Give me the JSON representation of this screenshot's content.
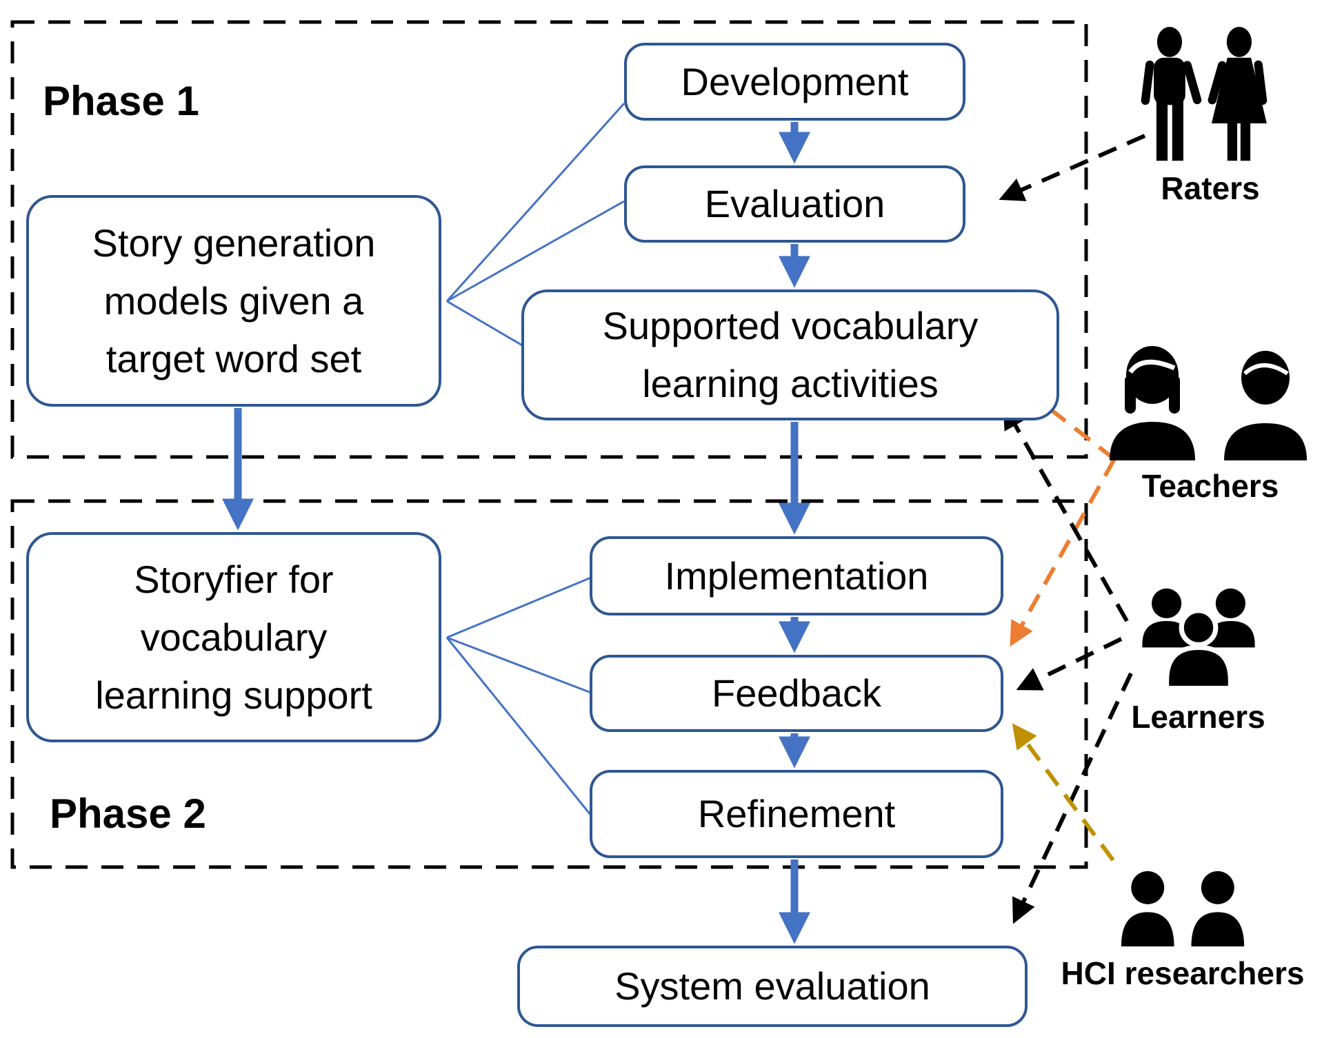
{
  "figure": {
    "phase1_label": "Phase 1",
    "phase2_label": "Phase 2"
  },
  "boxes": {
    "story_generation": {
      "line1": "Story generation",
      "line2": "models given a",
      "line3": "target word set"
    },
    "development": {
      "label": "Development"
    },
    "evaluation": {
      "label": "Evaluation"
    },
    "supported_activities": {
      "line1": "Supported vocabulary",
      "line2": "learning activities"
    },
    "storyfier": {
      "line1": "Storyfier for",
      "line2": "vocabulary",
      "line3": "learning support"
    },
    "implementation": {
      "label": "Implementation"
    },
    "feedback": {
      "label": "Feedback"
    },
    "refinement": {
      "label": "Refinement"
    },
    "system_evaluation": {
      "label": "System evaluation"
    }
  },
  "actors": {
    "raters": {
      "label": "Raters",
      "icon": "man-woman-couple-icon",
      "arrow_color": "#000000",
      "arrow_targets": [
        "Evaluation"
      ]
    },
    "teachers": {
      "label": "Teachers",
      "icon": "two-busts-icon",
      "arrow_color": "#ED7D31",
      "arrow_targets": [
        "Supported vocabulary learning activities",
        "Feedback"
      ]
    },
    "learners": {
      "label": "Learners",
      "icon": "three-people-group-icon",
      "arrow_color": "#000000",
      "arrow_targets": [
        "Supported vocabulary learning activities",
        "Feedback",
        "System evaluation"
      ]
    },
    "hci_researchers": {
      "label": "HCI researchers",
      "icon": "two-busts-icon",
      "arrow_color": "#BF9000",
      "arrow_targets": [
        "Feedback"
      ]
    }
  },
  "colors": {
    "box_border_blue": "#2E5693",
    "flow_arrow_blue": "#4472C4",
    "stakeholder_black": "#000000",
    "stakeholder_orange": "#ED7D31",
    "stakeholder_gold": "#BF9000",
    "background": "#FFFFFF"
  }
}
